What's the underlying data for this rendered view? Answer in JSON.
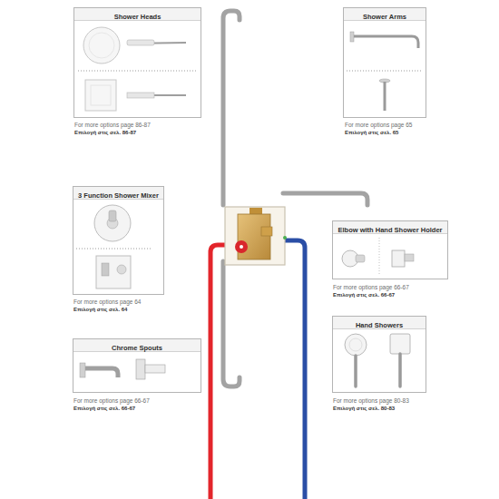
{
  "diagram": {
    "nodes": [
      {
        "text": [
          "Shower Heads"
        ]
      },
      {
        "text": [
          "Shower Arms"
        ]
      },
      {
        "text": [
          "3 Function Shower Mixer"
        ]
      },
      {
        "text": [
          "Elbow with Hand Shower Holder"
        ]
      },
      {
        "text": [
          "Hand Showers"
        ]
      },
      {
        "text": [
          "Chrome Spouts"
        ]
      }
    ],
    "labels": [
      "For more options page 86-87",
      "Επιλογή στις σελ. 86-87",
      "For more options page 65",
      "Επιλογή στις σελ. 65",
      "For more options page 64",
      "Επιλογή στις σελ. 64",
      "For more options page 66-67",
      "Επιλογή στις σελ. 66-67",
      "For more options page 80-83",
      "Επιλογή στις σελ. 80-83",
      "For more options page 66-67",
      "Επιλογή στις σελ. 66-67"
    ]
  }
}
